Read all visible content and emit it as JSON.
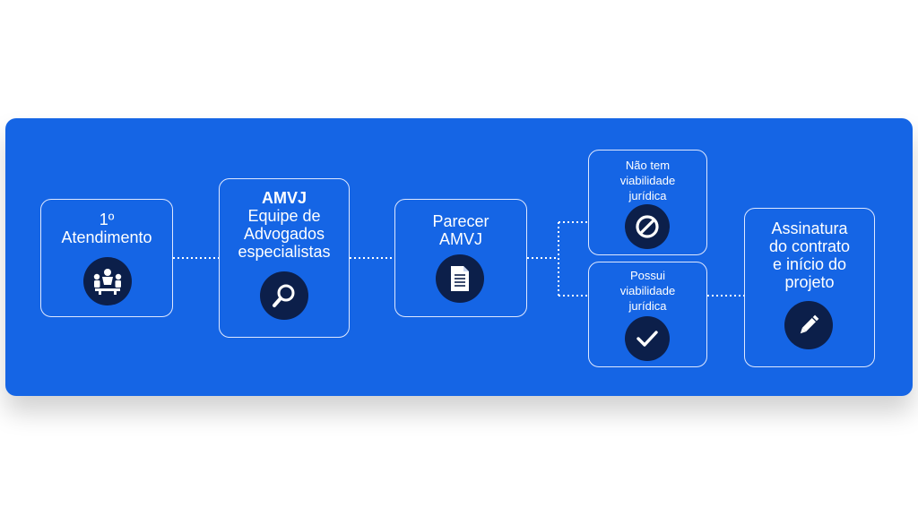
{
  "flow": {
    "step1": {
      "line1": "1º",
      "line2": "Atendimento",
      "icon": "meeting-people-icon"
    },
    "step2": {
      "brand": "AMVJ",
      "line1": "Equipe de",
      "line2": "Advogados",
      "line3": "especialistas",
      "icon": "magnifier-icon"
    },
    "step3": {
      "line1": "Parecer",
      "line2": "AMVJ",
      "icon": "document-icon"
    },
    "branch_no": {
      "line1": "Não tem",
      "line2": "viabilidade",
      "line3": "jurídica",
      "icon": "prohibited-icon"
    },
    "branch_yes": {
      "line1": "Possui",
      "line2": "viabilidade",
      "line3": "jurídica",
      "icon": "check-icon"
    },
    "step_final": {
      "line1": "Assinatura",
      "line2": "do contrato",
      "line3": "e início do",
      "line4": "projeto",
      "icon": "pencil-icon"
    }
  },
  "colors": {
    "panel": "#1565e5",
    "icon_bg": "#0c1f4a",
    "text": "#ffffff",
    "border": "#dfe8ff"
  }
}
